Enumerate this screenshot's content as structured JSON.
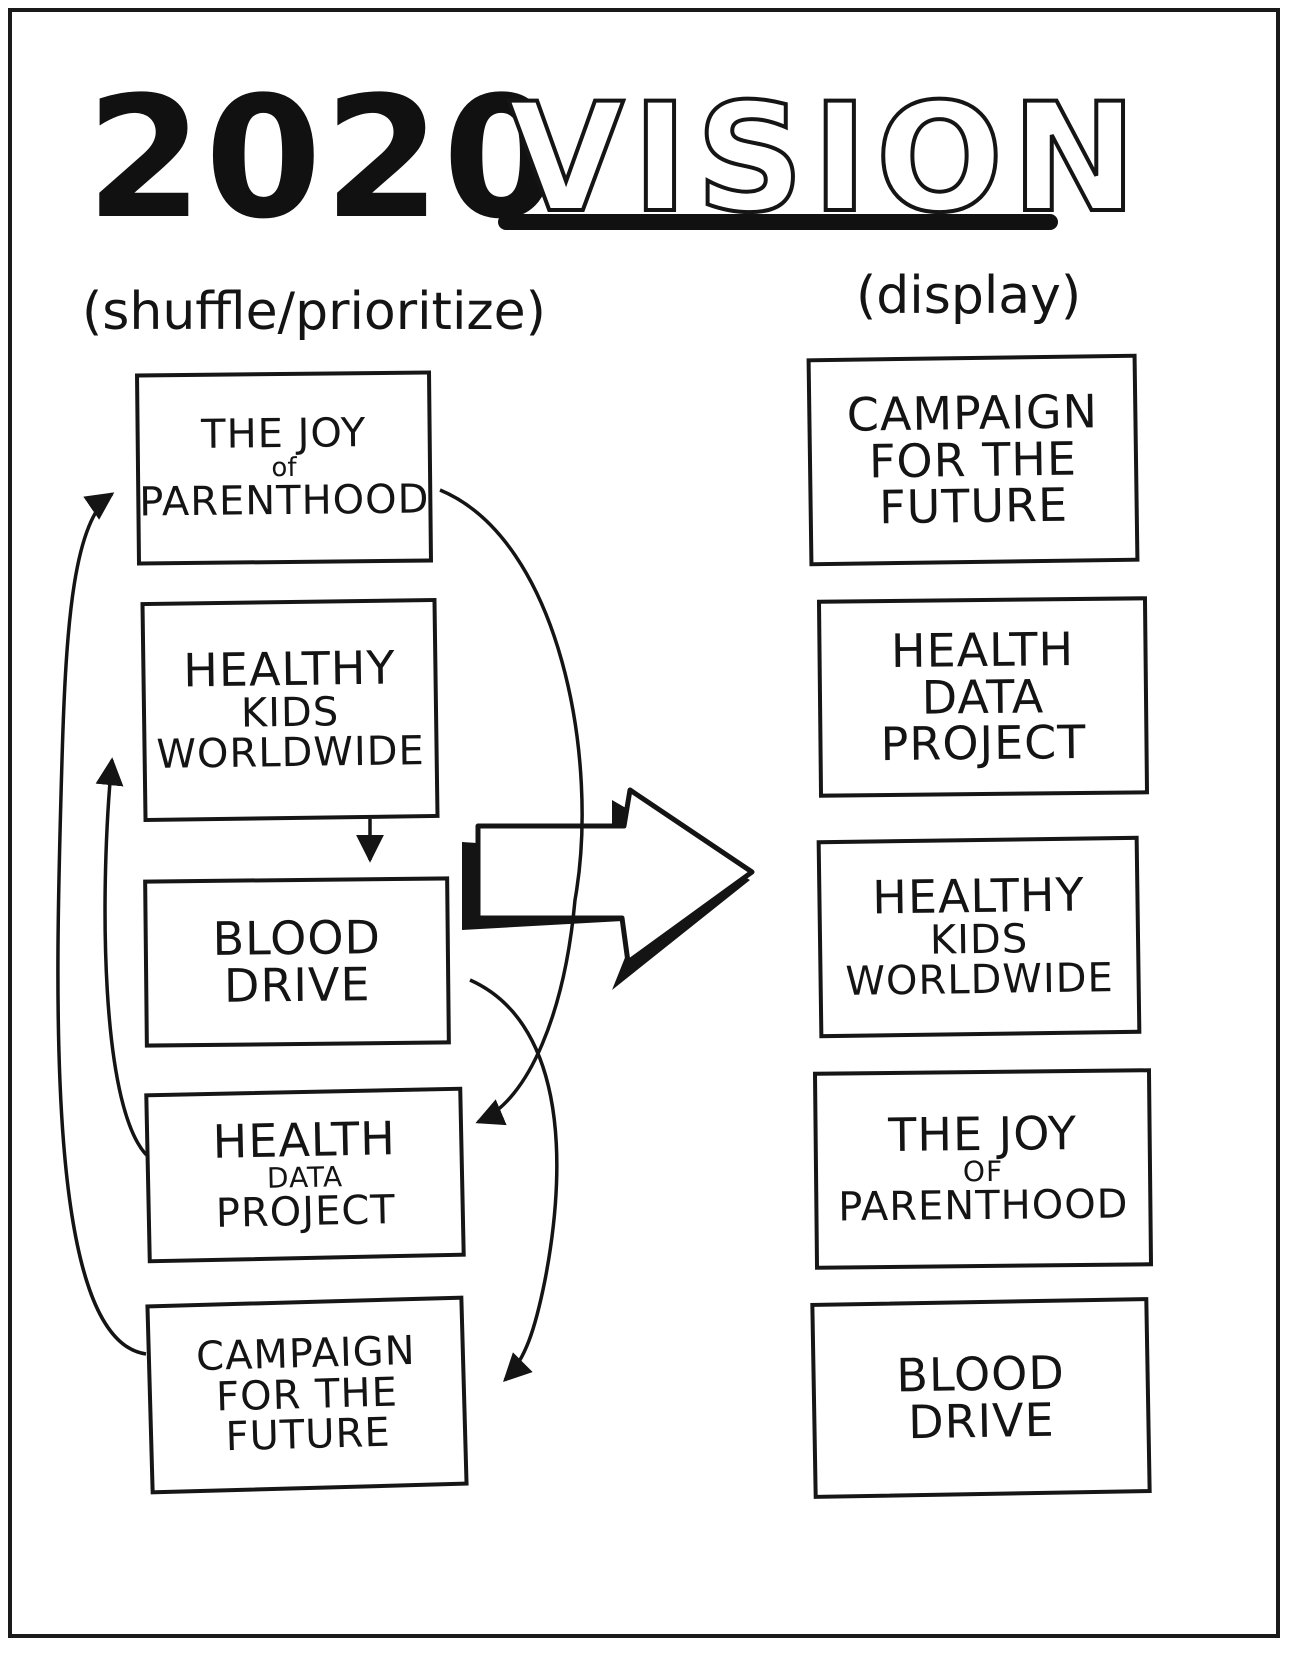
{
  "title": {
    "year": "2020",
    "word": "VISION"
  },
  "columns": {
    "left_label": "(shuffle/prioritize)",
    "right_label": "(display)"
  },
  "left_cards": [
    {
      "lines": [
        "THE JOY",
        "of",
        "PARENTHOOD"
      ]
    },
    {
      "lines": [
        "HEALTHY",
        "KIDS",
        "WORLDWIDE"
      ]
    },
    {
      "lines": [
        "BLOOD",
        "DRIVE"
      ]
    },
    {
      "lines": [
        "HEALTH",
        "DATA",
        "PROJECT"
      ]
    },
    {
      "lines": [
        "CAMPAIGN",
        "FOR THE",
        "FUTURE"
      ]
    }
  ],
  "right_cards": [
    {
      "lines": [
        "CAMPAIGN",
        "FOR THE",
        "FUTURE"
      ]
    },
    {
      "lines": [
        "HEALTH",
        "DATA",
        "PROJECT"
      ]
    },
    {
      "lines": [
        "HEALTHY",
        "KIDS",
        "WORLDWIDE"
      ]
    },
    {
      "lines": [
        "THE JOY",
        "OF",
        "PARENTHOOD"
      ]
    },
    {
      "lines": [
        "BLOOD",
        "DRIVE"
      ]
    }
  ],
  "colors": {
    "ink": "#141414",
    "paper": "#ffffff"
  }
}
